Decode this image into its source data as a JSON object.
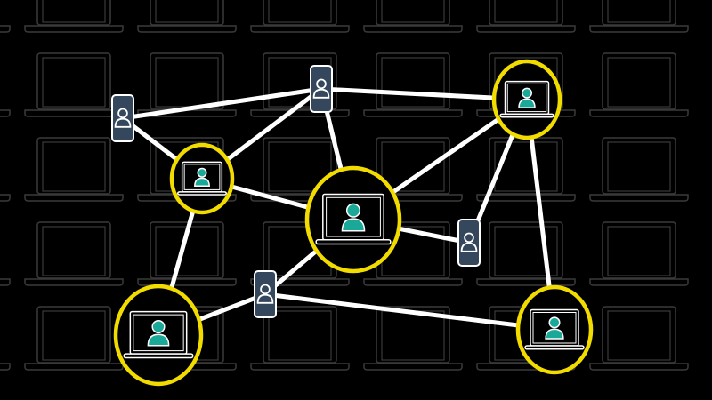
{
  "colors": {
    "background": "#000000",
    "grid_laptop": "#3a3a3a",
    "edge": "#ffffff",
    "highlight_ring": "#f2dc00",
    "person": "#1aa898",
    "phone_fill": "#34475c"
  },
  "nodes": [
    {
      "id": "laptop-a",
      "type": "laptop"
    },
    {
      "id": "laptop-center",
      "type": "laptop"
    },
    {
      "id": "laptop-top-right",
      "type": "laptop"
    },
    {
      "id": "laptop-bottom-left",
      "type": "laptop"
    },
    {
      "id": "laptop-bottom-right",
      "type": "laptop"
    },
    {
      "id": "phone-left",
      "type": "phone"
    },
    {
      "id": "phone-top",
      "type": "phone"
    },
    {
      "id": "phone-right",
      "type": "phone"
    },
    {
      "id": "phone-bottom",
      "type": "phone"
    }
  ],
  "edges": [
    [
      "phone-left",
      "phone-top"
    ],
    [
      "phone-left",
      "laptop-a"
    ],
    [
      "phone-top",
      "laptop-top-right"
    ],
    [
      "phone-top",
      "laptop-a"
    ],
    [
      "phone-top",
      "laptop-center"
    ],
    [
      "laptop-a",
      "laptop-center"
    ],
    [
      "laptop-a",
      "laptop-bottom-left"
    ],
    [
      "laptop-center",
      "laptop-top-right"
    ],
    [
      "laptop-center",
      "phone-right"
    ],
    [
      "laptop-center",
      "phone-bottom"
    ],
    [
      "phone-bottom",
      "laptop-bottom-left"
    ],
    [
      "phone-bottom",
      "laptop-bottom-right"
    ],
    [
      "laptop-top-right",
      "phone-right"
    ],
    [
      "laptop-top-right",
      "laptop-bottom-right"
    ]
  ]
}
